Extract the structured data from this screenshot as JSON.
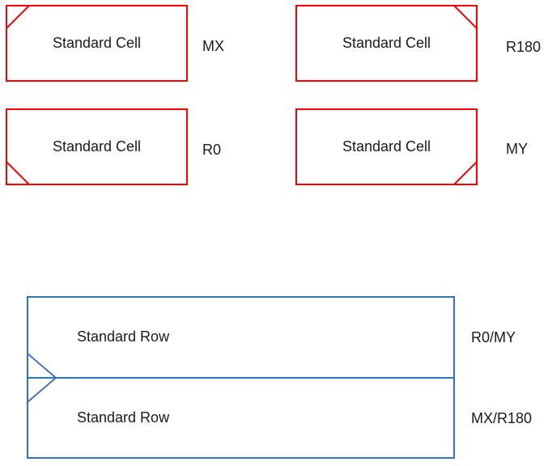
{
  "cells": [
    {
      "label": "Standard Cell",
      "orientation": "MX",
      "marker_corner": "top-left"
    },
    {
      "label": "Standard Cell",
      "orientation": "R180",
      "marker_corner": "top-right"
    },
    {
      "label": "Standard Cell",
      "orientation": "R0",
      "marker_corner": "bottom-left"
    },
    {
      "label": "Standard Cell",
      "orientation": "MY",
      "marker_corner": "bottom-right"
    }
  ],
  "rows": [
    {
      "label": "Standard Row",
      "orientation": "R0/MY"
    },
    {
      "label": "Standard Row",
      "orientation": "MX/R180"
    }
  ],
  "colors": {
    "cell_outline": "#ff0000",
    "row_outline": "#2e75b6",
    "row_marker": "#4472c4",
    "text": "#1a1a1a"
  }
}
